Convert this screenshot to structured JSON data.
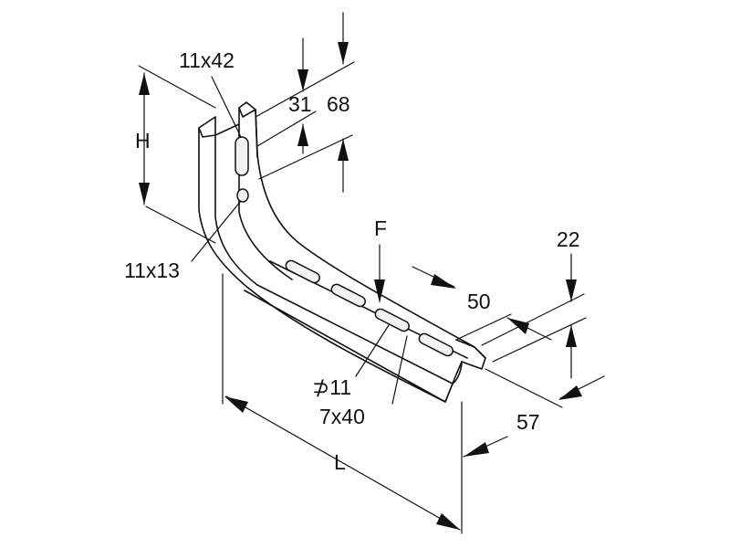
{
  "labels": {
    "slot_top": "11x42",
    "height": "H",
    "dim_31": "31",
    "dim_68": "68",
    "hole_mount": "11x13",
    "force": "F",
    "dim_22": "22",
    "dim_50": "50",
    "hole_diameter": "⊅11",
    "slot_arm": "7x40",
    "dim_57": "57",
    "length": "L"
  },
  "colors": {
    "line": "#111111",
    "background": "#ffffff",
    "slot_fill": "#f2f2f2"
  }
}
